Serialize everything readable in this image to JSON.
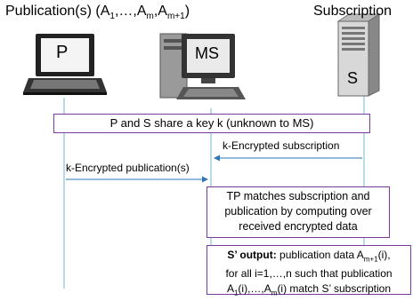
{
  "title_left": "Publication(s) (A1,…,Am,Am+1)",
  "title_left_parts": {
    "prefix": "Publication(s) (A",
    "s1": "1",
    "m1": ",…,A",
    "s2": "m",
    "m2": ",A",
    "s3": "m+1",
    "suffix": ")"
  },
  "title_right": "Subscription",
  "entities": {
    "publisher": "P",
    "ms": "MS",
    "subscriber": "S"
  },
  "shared_key_box": "P and S share a key k (unknown to MS)",
  "msg_subscription": "k-Encrypted subscription",
  "msg_publication": "k-Encrypted publication(s)",
  "tp_box": {
    "line1": "TP matches subscription and",
    "line2": "publication by computing over",
    "line3": "received encrypted data"
  },
  "output_box": {
    "bold": "S’ output:",
    "line1_rest": " publication data A",
    "line1_sub": "m+1",
    "line1_end": "(i),",
    "line2": "for all i=1,…,n such that publication",
    "line3_a": "A",
    "line3_sub1": "1",
    "line3_b": "(i),…,A",
    "line3_sub2": "m",
    "line3_c": "(i) match S’ subscription"
  },
  "colors": {
    "lifeline": "#6fb7d6",
    "arrow": "#2e75b6",
    "box_border": "#7a3aa0"
  }
}
